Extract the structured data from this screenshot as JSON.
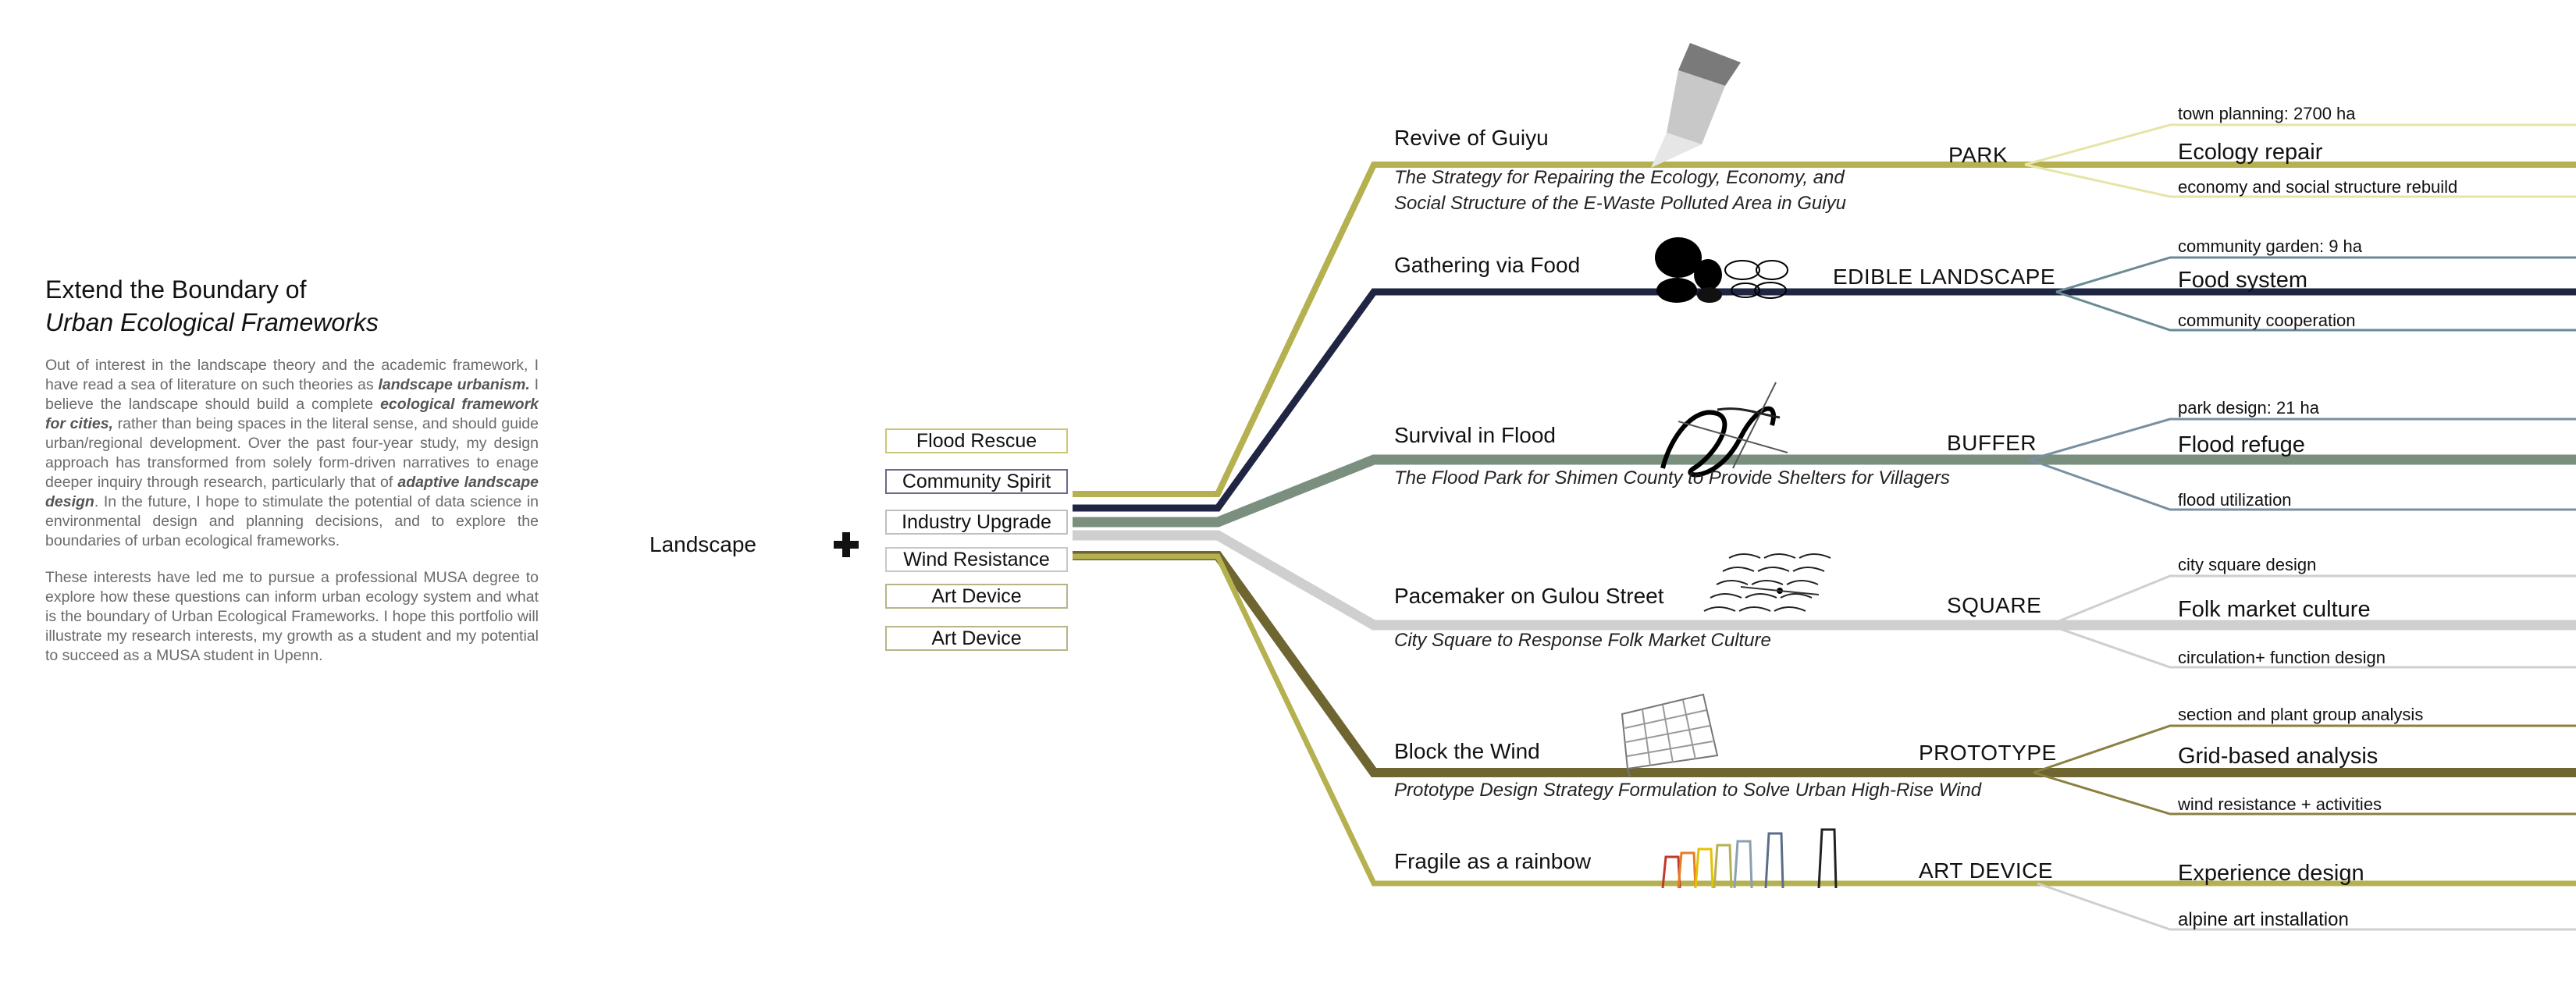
{
  "intro": {
    "title_line1": "Extend the Boundary of",
    "title_line2": "Urban Ecological Frameworks",
    "p1_parts": [
      "Out of interest in the landscape theory and the academic framework, I have read a sea of literature on such theories as ",
      "landscape urbanism.",
      " I believe the landscape should build a complete ",
      "ecological framework for cities,",
      " rather than being spaces in the literal sense, and should guide urban/regional development. Over the past four-year study, my design approach has  transformed from solely form-driven narratives to enage deeper inquiry through research, particularly that of ",
      "adaptive landscape design",
      ". In the future, I hope to stimulate the potential of data science in environmental design and planning decisions, and to explore the boundaries of urban ecological frameworks."
    ],
    "p2": "These interests have led me to pursue a professional MUSA degree to explore how these questions can inform urban ecology system and what is the boundary of Urban Ecological Frameworks. I hope this portfolio will illustrate my research interests, my growth as a student and my potential to succeed as a MUSA student in Upenn."
  },
  "center": {
    "label": "Landscape",
    "icon": "plus-icon"
  },
  "tags": [
    {
      "label": "Flood Rescue",
      "color": "#c9c77a"
    },
    {
      "label": "Community Spirit",
      "color": "#6a6a8a"
    },
    {
      "label": "Industry Upgrade",
      "color": "#bfbfbf"
    },
    {
      "label": "Wind Resistance",
      "color": "#c8c8c8"
    },
    {
      "label": "Art Device",
      "color": "#b8b48a"
    },
    {
      "label": "Art Device",
      "color": "#b8b48a"
    }
  ],
  "branches": [
    {
      "id": "guiyu",
      "title": "Revive of Guiyu",
      "subtitle1": "The Strategy for Repairing the Ecology, Economy, and",
      "subtitle2": "Social Structure of the E-Waste Polluted Area in Guiyu",
      "category": "PARK",
      "color": "#b5b150",
      "main": "Ecology repair",
      "top": "town planning:   2700 ha",
      "bottom": "economy and social structure rebuild",
      "fan_color": "#e6e4a8",
      "icon": "paintbrush-icon"
    },
    {
      "id": "food",
      "title": "Gathering via Food",
      "subtitle1": "",
      "subtitle2": "",
      "category": "EDIBLE LANDSCAPE",
      "color": "#1f2542",
      "main": "Food system",
      "top": "community garden: 9 ha",
      "bottom": "community cooperation",
      "fan_color": "#6b8a94",
      "icon": "stones-icon"
    },
    {
      "id": "flood",
      "title": "Survival in Flood",
      "subtitle1": "The Flood Park for Shimen County to Provide Shelters for Villagers",
      "subtitle2": "",
      "category": "BUFFER",
      "color": "#7a8f7e",
      "main": "Flood refuge",
      "top": "park design: 21 ha",
      "bottom": "flood utilization",
      "fan_color": "#7a8fa0",
      "icon": "wave-sketch-icon"
    },
    {
      "id": "gulou",
      "title": "Pacemaker on Gulou Street",
      "subtitle1": "City Square to Response Folk Market Culture",
      "subtitle2": "",
      "category": "SQUARE",
      "color": "#cfcfcf",
      "main": "Folk market culture",
      "top": "city square design",
      "bottom": "circulation+ function design",
      "fan_color": "#cfcfcf",
      "icon": "tile-grid-icon"
    },
    {
      "id": "wind",
      "title": "Block the Wind",
      "subtitle1": "Prototype Design Strategy Formulation to Solve Urban High-Rise Wind",
      "subtitle2": "",
      "category": "PROTOTYPE",
      "color": "#6e6530",
      "main": "Grid-based analysis",
      "top": "section and plant group analysis",
      "bottom": "wind resistance + activities",
      "fan_color": "#8a8040",
      "icon": "grid-panel-icon"
    },
    {
      "id": "rainbow",
      "title": "Fragile as a rainbow",
      "subtitle1": "",
      "subtitle2": "",
      "category": "ART DEVICE",
      "color": "#b5b150",
      "main": "Experience design",
      "top": "",
      "bottom": "alpine art installation",
      "fan_color": "#cfcfcf",
      "icon": "arches-icon"
    }
  ]
}
